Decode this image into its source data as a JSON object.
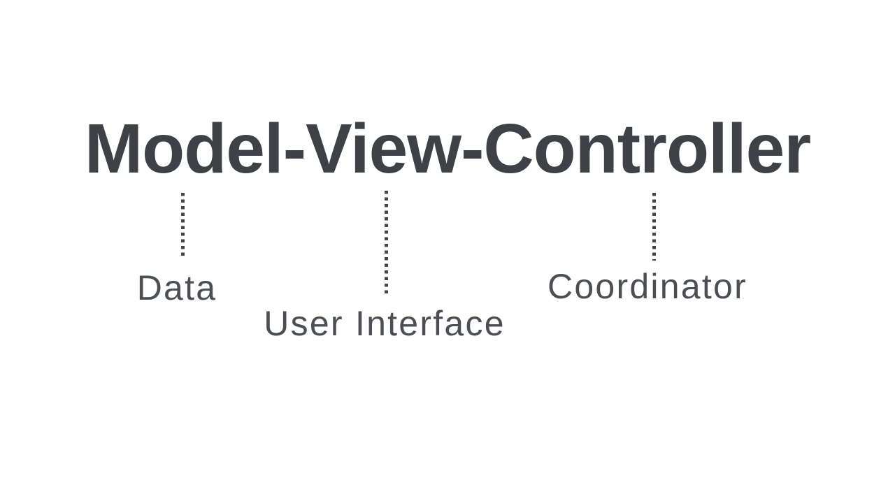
{
  "diagram": {
    "title": "Model-View-Controller",
    "annotations": [
      {
        "target": "Model",
        "text": "Data"
      },
      {
        "target": "View",
        "text": "User Interface"
      },
      {
        "target": "Controller",
        "text": "Coordinator"
      }
    ],
    "connectors": [
      {
        "name": "model-connector",
        "style": "dotted-vertical"
      },
      {
        "name": "view-connector",
        "style": "dotted-vertical"
      },
      {
        "name": "controller-connector",
        "style": "dotted-vertical"
      }
    ],
    "colors": {
      "background": "#ffffff",
      "title_text": "#3e4247",
      "annotation_text": "#4b4f54",
      "connector": "#43464b"
    }
  }
}
